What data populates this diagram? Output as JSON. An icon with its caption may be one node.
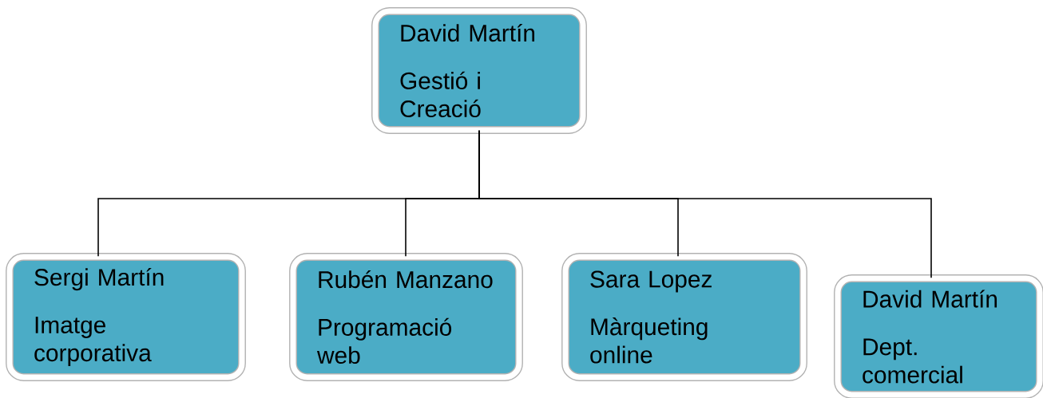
{
  "diagram": {
    "nodes": [
      {
        "text": [
          "David Martín",
          "Gestió i Creació"
        ]
      },
      {
        "text": [
          "Sergi Martín",
          "Imatge corporativa"
        ]
      },
      {
        "text": [
          "Rubén Manzano",
          "Programació web"
        ]
      },
      {
        "text": [
          "Sara Lopez",
          "Màrqueting online"
        ]
      },
      {
        "text": [
          "David Martín",
          "Dept. comercial"
        ]
      }
    ],
    "edges": [
      {
        "from": 0,
        "to": 1,
        "arrow": "none"
      },
      {
        "from": 0,
        "to": 2,
        "arrow": "none"
      },
      {
        "from": 0,
        "to": 3,
        "arrow": "none"
      },
      {
        "from": 0,
        "to": 4,
        "arrow": "none"
      }
    ]
  }
}
